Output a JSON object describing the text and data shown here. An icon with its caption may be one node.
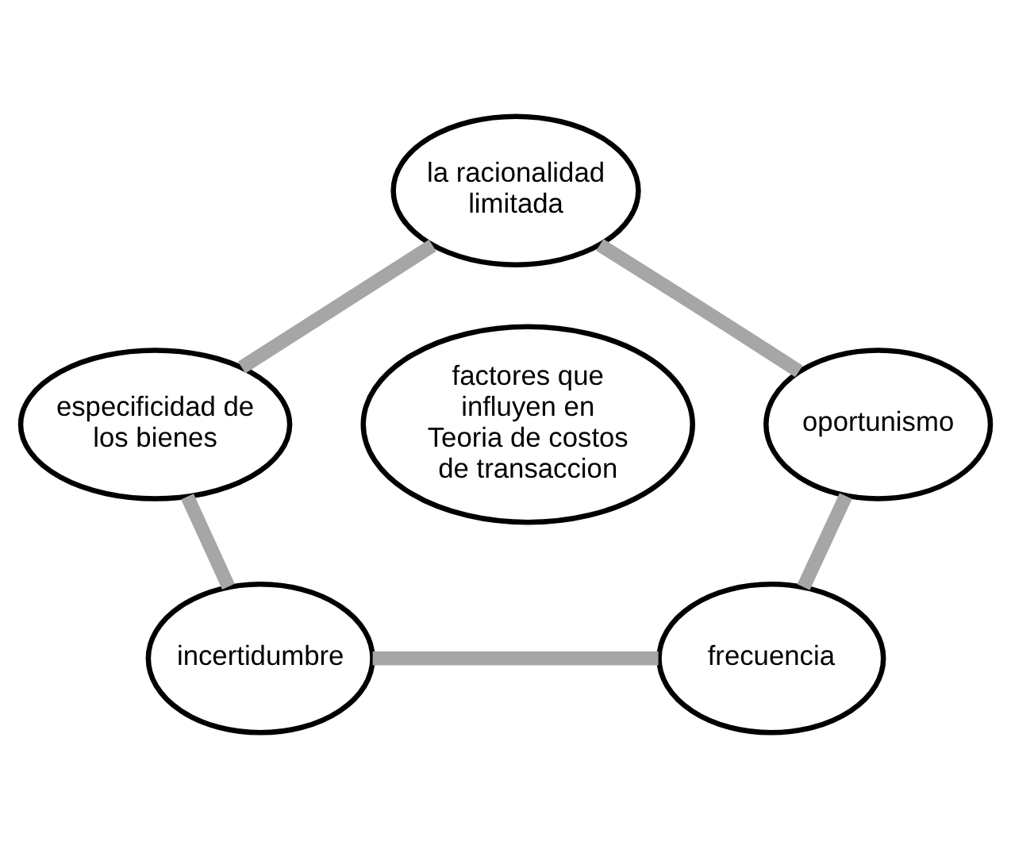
{
  "diagram": {
    "nodes": [
      {
        "text": [
          "la racionalidad limitada"
        ]
      },
      {
        "text": [
          "especificidad de los bienes"
        ]
      },
      {
        "text": [
          "factores que influyen en Teoria de costos de transaccion"
        ]
      },
      {
        "text": [
          "oportunismo"
        ]
      },
      {
        "text": [
          "incertidumbre"
        ]
      },
      {
        "text": [
          "frecuencia"
        ]
      }
    ],
    "edges": [
      {
        "from": 0,
        "to": 3,
        "arrow": "none"
      },
      {
        "from": 3,
        "to": 5,
        "arrow": "none"
      },
      {
        "from": 5,
        "to": 4,
        "arrow": "none"
      },
      {
        "from": 4,
        "to": 1,
        "arrow": "none"
      },
      {
        "from": 1,
        "to": 0,
        "arrow": "none"
      }
    ]
  }
}
